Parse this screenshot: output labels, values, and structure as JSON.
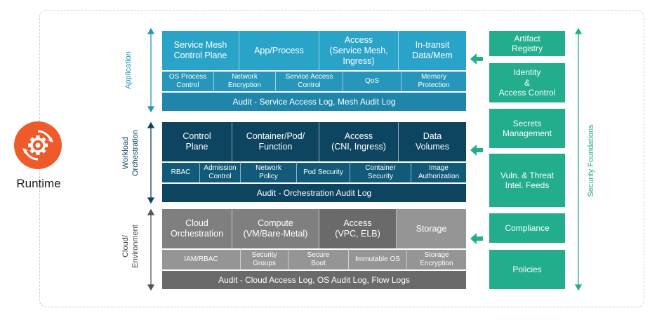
{
  "runtime": {
    "label": "Runtime"
  },
  "layers": {
    "application": {
      "axis_label": "Application",
      "top_row": [
        "Service Mesh\nControl Plane",
        "App/Process",
        "Access\n(Service Mesh,\nIngress)",
        "In-transit\nData/Mem"
      ],
      "sub_row": [
        "OS Process\nControl",
        "Network\nEncryption",
        "Service Access\nControl",
        "QoS",
        "Memory\nProtection"
      ],
      "audit": "Audit - Service Access Log, Mesh Audit Log"
    },
    "workload": {
      "axis_label": "Workload\nOrchestration",
      "top_row": [
        "Control\nPlane",
        "Container/Pod/\nFunction",
        "Access\n(CNI, Ingress)",
        "Data\nVolumes"
      ],
      "sub_row": [
        "RBAC",
        "Admission\nControl",
        "Network\nPolicy",
        "Pod Security",
        "Container\nSecurity",
        "Image\nAuthorization"
      ],
      "audit": "Audit - Orchestration Audit Log"
    },
    "cloud": {
      "axis_label": "Cloud/\nEnvironment",
      "top_row": [
        "Cloud\nOrchestration",
        "Compute\n(VM/Bare-Metal)",
        "Access\n(VPC, ELB)",
        "Storage"
      ],
      "sub_row": [
        "IAM/RBAC",
        "Security\nGroups",
        "Secure\nBoot",
        "Immutable OS",
        "Storage\nEncryption"
      ],
      "audit": "Audit - Cloud Access Log, OS Audit Log, Flow Logs"
    }
  },
  "security_foundations": {
    "axis_label": "Security Foundations",
    "items": [
      "Artifact\nRegistry",
      "Identity\n&\nAccess Control",
      "Secrets\nManagement",
      "Vuln. & Threat\nIntel. Feeds",
      "Compliance",
      "Policies"
    ]
  },
  "colors": {
    "runtime_orange": "#ef5a2b",
    "application": "#2aa3c9",
    "workload": "#0d4561",
    "cloud": "#7f7f7f",
    "security": "#22ad8c",
    "arrow": "#22ad8c"
  },
  "icons": {
    "runtime": "gear-cycle-icon",
    "arrow": "arrow-left-icon"
  }
}
